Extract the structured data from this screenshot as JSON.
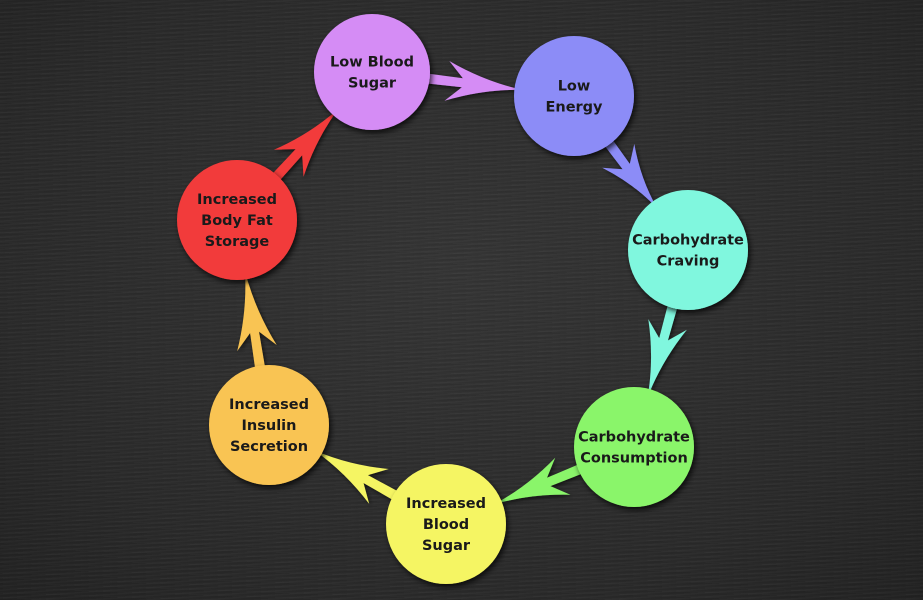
{
  "diagram": {
    "type": "cycle",
    "background_color": "#2d2d2d",
    "text_color": "#1a1a1a",
    "nodes": [
      {
        "id": "low-blood-sugar",
        "lines": [
          "Low Blood",
          "Sugar"
        ],
        "color": "#d58cf5"
      },
      {
        "id": "low-energy",
        "lines": [
          "Low",
          "Energy"
        ],
        "color": "#8c8cf7"
      },
      {
        "id": "carbohydrate-craving",
        "lines": [
          "Carbohydrate",
          "Craving"
        ],
        "color": "#80f7de"
      },
      {
        "id": "carbohydrate-consumption",
        "lines": [
          "Carbohydrate",
          "Consumption"
        ],
        "color": "#8af56a"
      },
      {
        "id": "increased-blood-sugar",
        "lines": [
          "Increased",
          "Blood",
          "Sugar"
        ],
        "color": "#f5f564"
      },
      {
        "id": "increased-insulin-secretion",
        "lines": [
          "Increased",
          "Insulin",
          "Secretion"
        ],
        "color": "#f9c452"
      },
      {
        "id": "increased-body-fat-storage",
        "lines": [
          "Increased",
          "Body Fat",
          "Storage"
        ],
        "color": "#f23a3a"
      }
    ],
    "edges": [
      {
        "from": "low-blood-sugar",
        "to": "low-energy",
        "color": "#d58cf5"
      },
      {
        "from": "low-energy",
        "to": "carbohydrate-craving",
        "color": "#8c8cf7"
      },
      {
        "from": "carbohydrate-craving",
        "to": "carbohydrate-consumption",
        "color": "#80f7de"
      },
      {
        "from": "carbohydrate-consumption",
        "to": "increased-blood-sugar",
        "color": "#8af56a"
      },
      {
        "from": "increased-blood-sugar",
        "to": "increased-insulin-secretion",
        "color": "#f5f564"
      },
      {
        "from": "increased-insulin-secretion",
        "to": "increased-body-fat-storage",
        "color": "#f9c452"
      },
      {
        "from": "increased-body-fat-storage",
        "to": "low-blood-sugar",
        "color": "#f23a3a"
      }
    ]
  }
}
